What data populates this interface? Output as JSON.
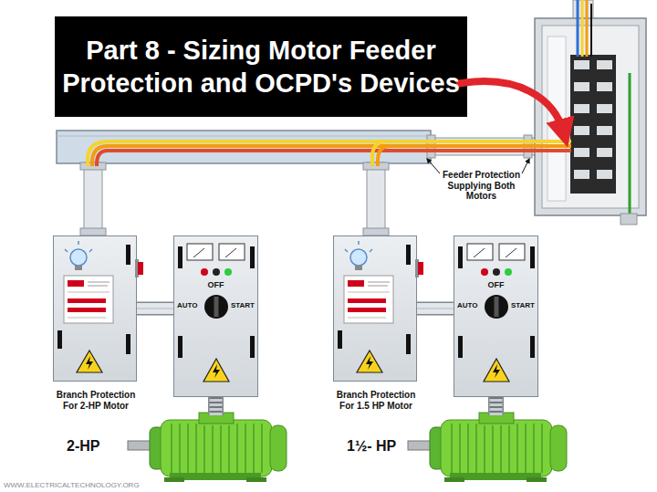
{
  "diagram": {
    "title": "Part 8 - Sizing Motor Feeder Protection and OCPD's Devices",
    "nodes": [
      {
        "text": [
          "Branch Protection For 2-HP Motor"
        ]
      },
      {
        "text": [
          "OFF",
          "AUTO",
          "START"
        ]
      },
      {
        "text": [
          "2-HP"
        ]
      },
      {
        "text": [
          "Branch Protection For 1.5 HP Motor"
        ]
      },
      {
        "text": [
          "OFF",
          "AUTO",
          "START"
        ]
      },
      {
        "text": [
          "1½- HP"
        ]
      }
    ],
    "edges": [
      {
        "from": 0,
        "to": 1,
        "arrow": "none"
      },
      {
        "from": 1,
        "to": 2,
        "arrow": "none"
      },
      {
        "from": 3,
        "to": 4,
        "arrow": "none"
      },
      {
        "from": 4,
        "to": 5,
        "arrow": "none"
      }
    ],
    "labels": [
      "Feeder Protection Supplying Both Motors",
      "WWW.ELECTRICALTECHNOLOGY.ORG"
    ]
  }
}
